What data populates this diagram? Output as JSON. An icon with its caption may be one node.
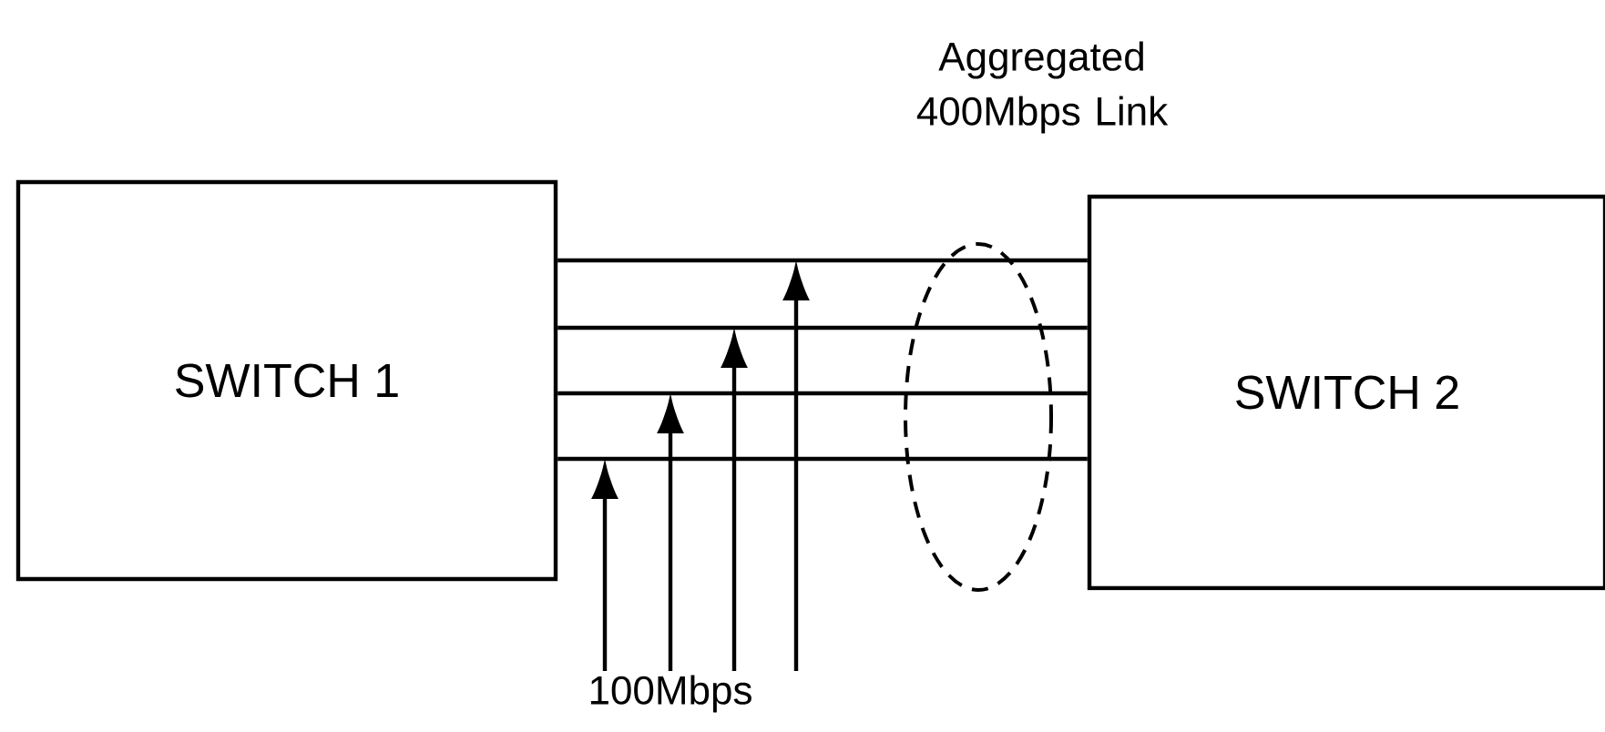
{
  "diagram": {
    "nodes": [
      {
        "text": [
          "SWITCH 1"
        ]
      },
      {
        "text": [
          "SWITCH 2"
        ]
      },
      {
        "text": [
          "100Mbps"
        ]
      }
    ],
    "edges": [
      {
        "from": 0,
        "to": 1,
        "arrow": "none"
      },
      {
        "from": 0,
        "to": 1,
        "arrow": "none"
      },
      {
        "from": 0,
        "to": 1,
        "arrow": "none"
      },
      {
        "from": 0,
        "to": 1,
        "arrow": "none"
      },
      {
        "from": 2,
        "to": null,
        "arrow": "to"
      },
      {
        "from": 2,
        "to": null,
        "arrow": "to"
      },
      {
        "from": 2,
        "to": null,
        "arrow": "to"
      },
      {
        "from": 2,
        "to": null,
        "arrow": "to"
      }
    ],
    "labels": [
      "Aggregated 400Mbps Link"
    ]
  }
}
